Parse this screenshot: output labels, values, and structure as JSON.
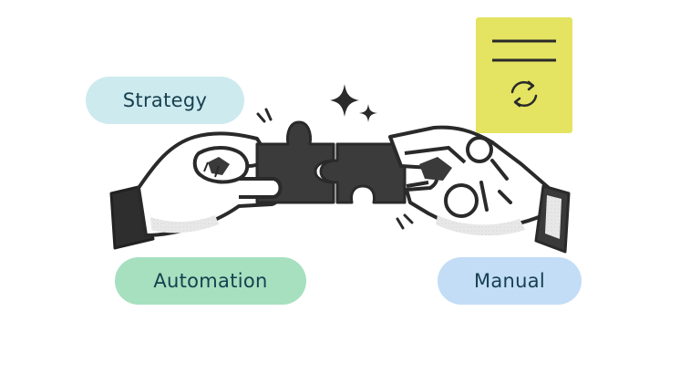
{
  "labels": {
    "strategy": "Strategy",
    "automation": "Automation",
    "manual": "Manual"
  },
  "colors": {
    "strategy_bg": "#cdeaef",
    "automation_bg": "#a6e0bf",
    "manual_bg": "#c3ddf7",
    "note_bg": "#e4e362",
    "ink": "#2a2a2a"
  },
  "icons": {
    "note": "sync-icon",
    "puzzle": "puzzle-icon",
    "sparkle": "sparkle-icon"
  }
}
